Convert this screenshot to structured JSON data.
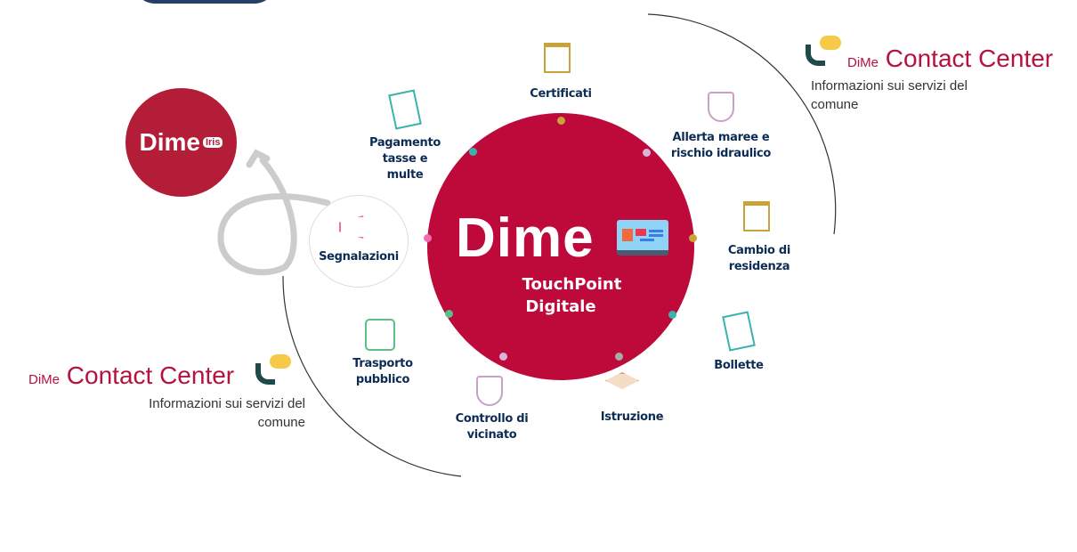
{
  "main": {
    "brand": "Dime",
    "subtitle_line1": "TouchPoint",
    "subtitle_line2": "Digitale",
    "color": "#bd0a3a"
  },
  "iris_logo": {
    "brand": "Dime",
    "badge": "Iris",
    "color": "#b31d38"
  },
  "services": [
    {
      "label": "Certificati",
      "icon": "building-person-icon",
      "color": "#c9a23a"
    },
    {
      "label": "Allerta maree e rischio idraulico",
      "icon": "shield-person-icon",
      "color": "#c9a0c9"
    },
    {
      "label": "Cambio di residenza",
      "icon": "building-person-icon",
      "color": "#c9a23a"
    },
    {
      "label": "Bollette",
      "icon": "banknotes-euro-icon",
      "color": "#3bb3ad"
    },
    {
      "label": "Istruzione",
      "icon": "graduation-cap-icon",
      "color": "#d9a06a"
    },
    {
      "label": "Controllo di vicinato",
      "icon": "shield-person-icon",
      "color": "#c9a0c9"
    },
    {
      "label": "Trasporto pubblico",
      "icon": "bus-icon",
      "color": "#5bbf86"
    },
    {
      "label": "Segnalazioni",
      "icon": "megaphone-icon",
      "color": "#f06bb0"
    },
    {
      "label": "Pagamento tasse e multe",
      "icon": "banknotes-euro-icon",
      "color": "#3bb3ad"
    }
  ],
  "contact_right": {
    "prefix": "DiMe",
    "title": "Contact Center",
    "desc": "Informazioni sui servizi del comune"
  },
  "contact_left": {
    "prefix": "DiMe",
    "title": "Contact Center",
    "desc": "Informazioni sui servizi del comune"
  }
}
